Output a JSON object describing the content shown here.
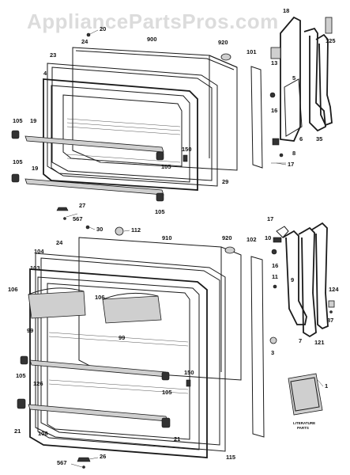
{
  "watermark": "AppliancePartsPros.com",
  "labels": {
    "p18": "18",
    "p125": "125",
    "p900": "900",
    "p20a": "20",
    "p24a": "24",
    "p920a": "920",
    "p101": "101",
    "p13": "13",
    "p23": "23",
    "p5": "5",
    "p4": "4",
    "p16a": "16",
    "p105a": "105",
    "p19a": "19",
    "p150a": "150",
    "p105b": "105",
    "p6": "6",
    "p35": "35",
    "p8": "8",
    "p17a": "17",
    "p105c": "105",
    "p19b": "19",
    "p29": "29",
    "p27": "27",
    "p105d": "105",
    "p567a": "567",
    "p30": "30",
    "p112": "112",
    "p910": "910",
    "p920b": "920",
    "p102": "102",
    "p17b": "17",
    "p24b": "24",
    "p104": "104",
    "p10": "10",
    "p103": "103",
    "p16b": "16",
    "p106a": "106",
    "p106b": "106",
    "p9": "9",
    "p124": "124",
    "p11": "11",
    "p99a": "99",
    "p99b": "99",
    "p87": "87",
    "p7": "7",
    "p121": "121",
    "p3": "3",
    "p105e": "105",
    "p126": "126",
    "p150b": "150",
    "p105f": "105",
    "p1": "1",
    "p21a": "21",
    "p108": "108",
    "p21b": "21",
    "p115": "115",
    "p567b": "567",
    "p26": "26"
  },
  "booklet": {
    "line1": "LITERATURE",
    "line2": "PARTS"
  }
}
